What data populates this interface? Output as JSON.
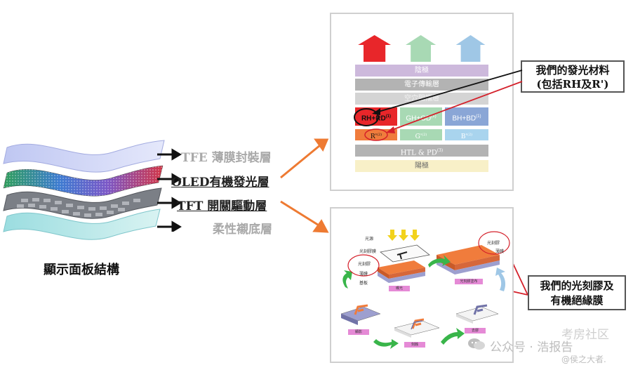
{
  "left": {
    "layers": [
      {
        "id": "tfe",
        "label": "TFE  薄膜封裝層",
        "emphasis": false
      },
      {
        "id": "oled",
        "label": "OLED有機發光層",
        "emphasis": true
      },
      {
        "id": "tft",
        "label": "TFT  開關驅動層",
        "emphasis": true
      },
      {
        "id": "substrate",
        "label": "柔性襯底層",
        "emphasis": false
      }
    ],
    "caption": "顯示面板結構"
  },
  "oled_stack": {
    "cathode": "陰極",
    "etl": "電子傳輸層",
    "hbl": "空穴阻擋層",
    "rh_rd": "RH+RD",
    "rh_rd_sup": "(1)",
    "gh_gd": "GH+GD",
    "gh_gd_sup": "(1)",
    "bh_bd": "BH+BD",
    "bh_bd_sup": "(1)",
    "r_prime": "R'",
    "r_prime_sup": "(2)",
    "g_prime": "G'",
    "g_prime_sup": "(2)",
    "b_prime": "B'",
    "b_prime_sup": "(2)",
    "htl": "HTL & PD",
    "htl_sup": "(3)",
    "anode": "陽極"
  },
  "callout_top": {
    "line1": "我們的發光材料",
    "line2": "(包括RH及R')"
  },
  "callout_bottom": {
    "line1": "我們的光刻膠及",
    "line2": "有機絕緣膜"
  },
  "litho": {
    "light": "光源",
    "mask": "光刻膠膜",
    "resist": "光刻膠",
    "film": "薄膜",
    "substrate": "基板",
    "step_expose": "曝光",
    "step_coated": "光刻膠塗布",
    "step_develop": "顯影",
    "step_etch": "刻蝕",
    "step_strip": "去膠",
    "resist2": "光刻膠",
    "film2": "薄膜"
  },
  "watermark": {
    "site": "考房社区",
    "account": "公众号 · 浩报告",
    "handle": "@侯之大者."
  },
  "colors": {
    "red": "#e8262a",
    "green": "#a8d9b4",
    "blue": "#9fc7e6",
    "purple": "#cdb9dc",
    "orange": "#f07c3c",
    "accent": "#d4202a"
  }
}
